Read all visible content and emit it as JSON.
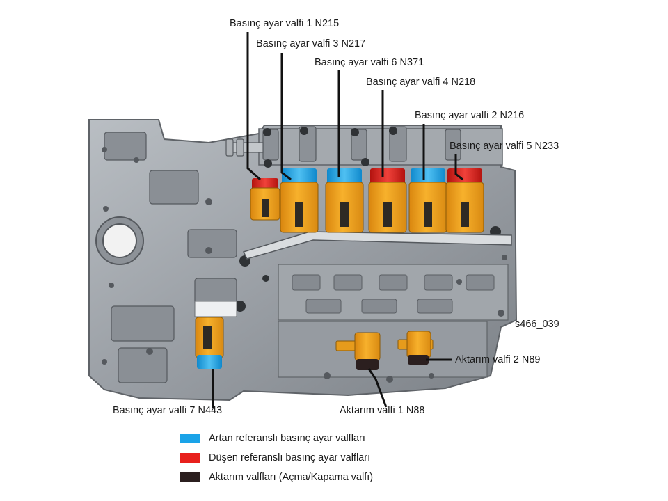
{
  "labels": {
    "n215": "Basınç ayar valfi 1 N215",
    "n217": "Basınç ayar valfi 3 N217",
    "n371": "Basınç ayar valfi 6 N371",
    "n218": "Basınç ayar valfi 4 N218",
    "n216": "Basınç ayar valfi 2 N216",
    "n233": "Basınç ayar valfi 5 N233",
    "n443": "Basınç ayar valfi 7 N443",
    "n88": "Aktarım valfi 1 N88",
    "n89": "Aktarım valfi 2 N89",
    "code": "s466_039"
  },
  "legend": [
    {
      "color": "#1aa3e8",
      "text": "Artan referanslı basınç ayar valfları"
    },
    {
      "color": "#e8201c",
      "text": "Düşen referanslı basınç ayar valfları"
    },
    {
      "color": "#2b1f1f",
      "text": "Aktarım valfları (Açma/Kapama valfı)"
    }
  ],
  "colors": {
    "increasing": "#1aa3e8",
    "decreasing": "#e8201c",
    "switching": "#2b1f1f",
    "solenoid_body": "#f2a31f",
    "housing": "#9aa0a6"
  }
}
